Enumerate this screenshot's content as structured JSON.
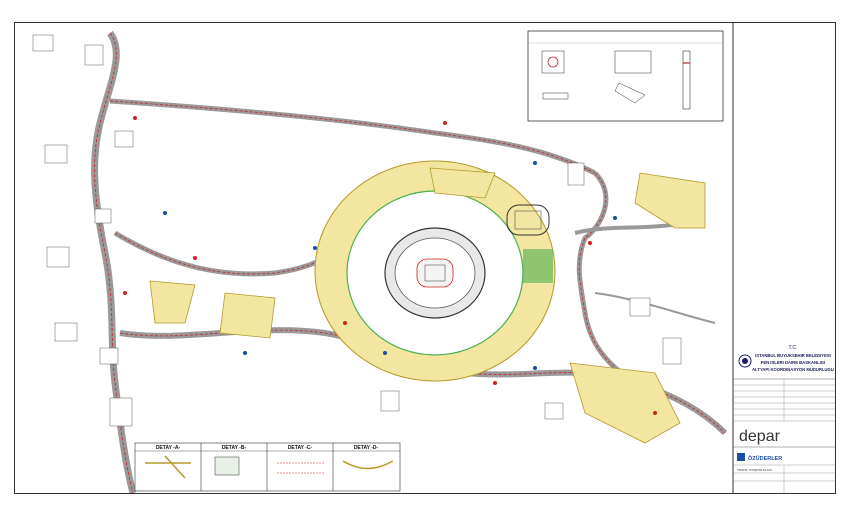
{
  "title_block": {
    "tc": "T.C.",
    "municipality": "ISTANBUL BUYUKSEHIR BELEDIYESI",
    "department": "FEN ISLERI DAIRE BASKANLIGI",
    "directorate": "ALTYAPI KOORDINASYON MUDURLUGU",
    "contractor_logo": "depar",
    "consultant_logo": "ÖZÜDERLER",
    "project_line": "TRAFIK YONETIM PLANI"
  },
  "details": [
    {
      "title": "DETAY -A-"
    },
    {
      "title": "DETAY -B-"
    },
    {
      "title": "DETAY -C-"
    },
    {
      "title": "DETAY -D-"
    }
  ],
  "colors": {
    "parking_fill": "#f2e6a0",
    "parking_stroke": "#b59a2a",
    "route_red": "#cc2222",
    "road_gray": "#999999",
    "field_green": "#4caf50",
    "title_blue": "#1a1a6e"
  }
}
